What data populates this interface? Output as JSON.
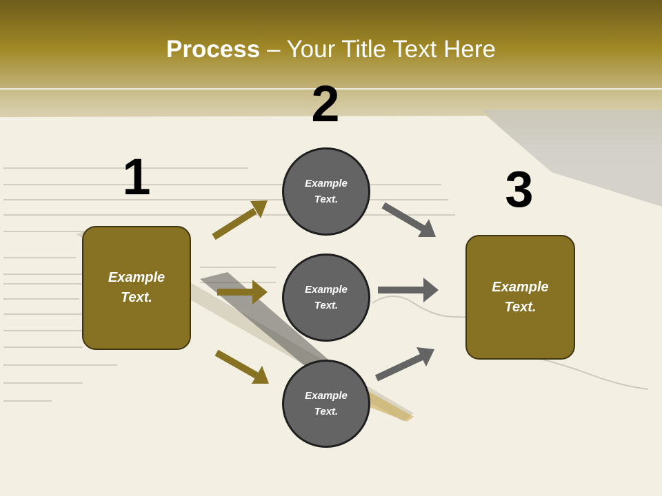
{
  "title": {
    "bold": "Process",
    "rest": " – Your Title Text Here"
  },
  "steps": [
    {
      "number": "1",
      "text": "Example\nText."
    },
    {
      "number": "2",
      "circles": [
        "Example\nText.",
        "Example\nText.",
        "Example\nText."
      ]
    },
    {
      "number": "3",
      "text": "Example\nText."
    }
  ],
  "colors": {
    "box_fill": "#877122",
    "circle_fill": "#646464",
    "gold_arrow": "#877122",
    "gray_arrow": "#646464",
    "header_band": "#8c7420"
  }
}
